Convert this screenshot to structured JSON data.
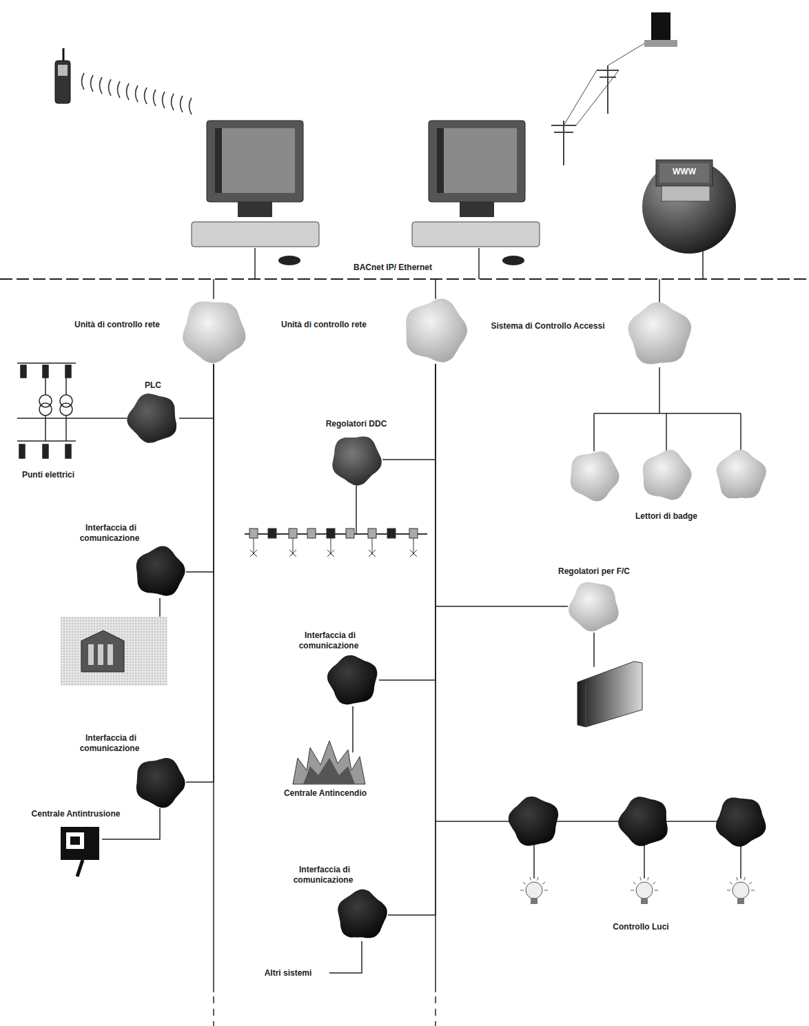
{
  "diagram": {
    "nodes": [
      {
        "text": [
          "Unità di controllo rete"
        ]
      },
      {
        "text": [
          "Unità di controllo rete"
        ]
      },
      {
        "text": [
          "Sistema di Controllo Accessi"
        ]
      },
      {
        "text": [
          "PLC"
        ]
      },
      {
        "text": [
          "Regolatori DDC"
        ]
      },
      {
        "text": [
          "Interfaccia di comunicazione"
        ]
      },
      {
        "text": [
          "Interfaccia di comunicazione"
        ]
      },
      {
        "text": [
          "Regolatori per F/C"
        ]
      },
      {
        "text": [
          "Interfaccia di comunicazione"
        ]
      },
      {
        "text": [
          "Interfaccia di comunicazione"
        ]
      }
    ],
    "edges": [
      {
        "from": 0,
        "to": 3,
        "arrow": "none"
      },
      {
        "from": 0,
        "to": 5,
        "arrow": "none"
      },
      {
        "from": 0,
        "to": 8,
        "arrow": "none"
      },
      {
        "from": 1,
        "to": 4,
        "arrow": "none"
      },
      {
        "from": 1,
        "to": 6,
        "arrow": "none"
      },
      {
        "from": 1,
        "to": 7,
        "arrow": "none"
      },
      {
        "from": 1,
        "to": 9,
        "arrow": "none"
      }
    ],
    "labels": [
      "BACnet IP/ Ethernet",
      "Punti elettrici",
      "Lettori di badge",
      "Centrale Antintrusione",
      "Centrale Antincendio",
      "Controllo Luci",
      "Altri sistemi",
      "WWW"
    ]
  }
}
